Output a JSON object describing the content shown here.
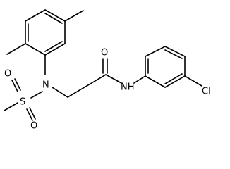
{
  "structure": {
    "atom_labels": {
      "N_amine": "N",
      "S": "S",
      "O_top": "O",
      "O_bottom": "O",
      "O_carbonyl": "O",
      "NH": "NH",
      "Cl": "Cl"
    }
  }
}
